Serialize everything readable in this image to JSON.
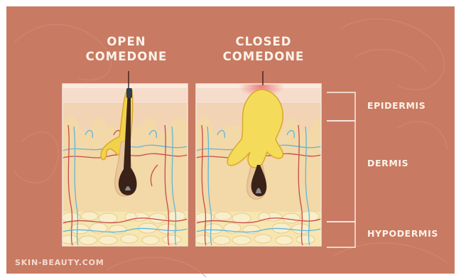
{
  "titles": {
    "open_line1": "OPEN",
    "open_line2": "COMEDONE",
    "closed_line1": "CLOSED",
    "closed_line2": "COMEDONE"
  },
  "layers": {
    "epidermis": "EPIDERMIS",
    "dermis": "DERMIS",
    "hypodermis": "HYPODERMIS"
  },
  "watermark": "SKIN-BEAUTY.COM",
  "colors": {
    "background": "#c97a62",
    "epidermis": "#f4d5c2",
    "dermis": "#f3d8a8",
    "hypodermis": "#f6e7b8",
    "sebum": "#f2d24a",
    "hair": "#3a2218",
    "vein": "#c84a4a",
    "artery": "#62b6d8"
  }
}
